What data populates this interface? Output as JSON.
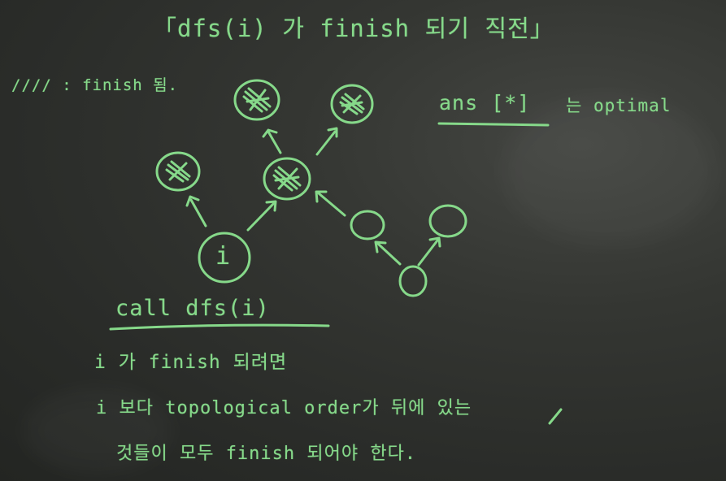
{
  "title": "「dfs(i) 가 finish 되기 직전」",
  "legend": "//// : finish 됨.",
  "ans": {
    "label": "ans [*]",
    "suffix": "는 optimal"
  },
  "nodes": {
    "i_label": "i"
  },
  "call": "call dfs(i)",
  "notes": [
    "i 가 finish 되려면",
    "i 보다 topological order가 뒤에 있는",
    "것들이 모두 finish 되어야 한다."
  ]
}
